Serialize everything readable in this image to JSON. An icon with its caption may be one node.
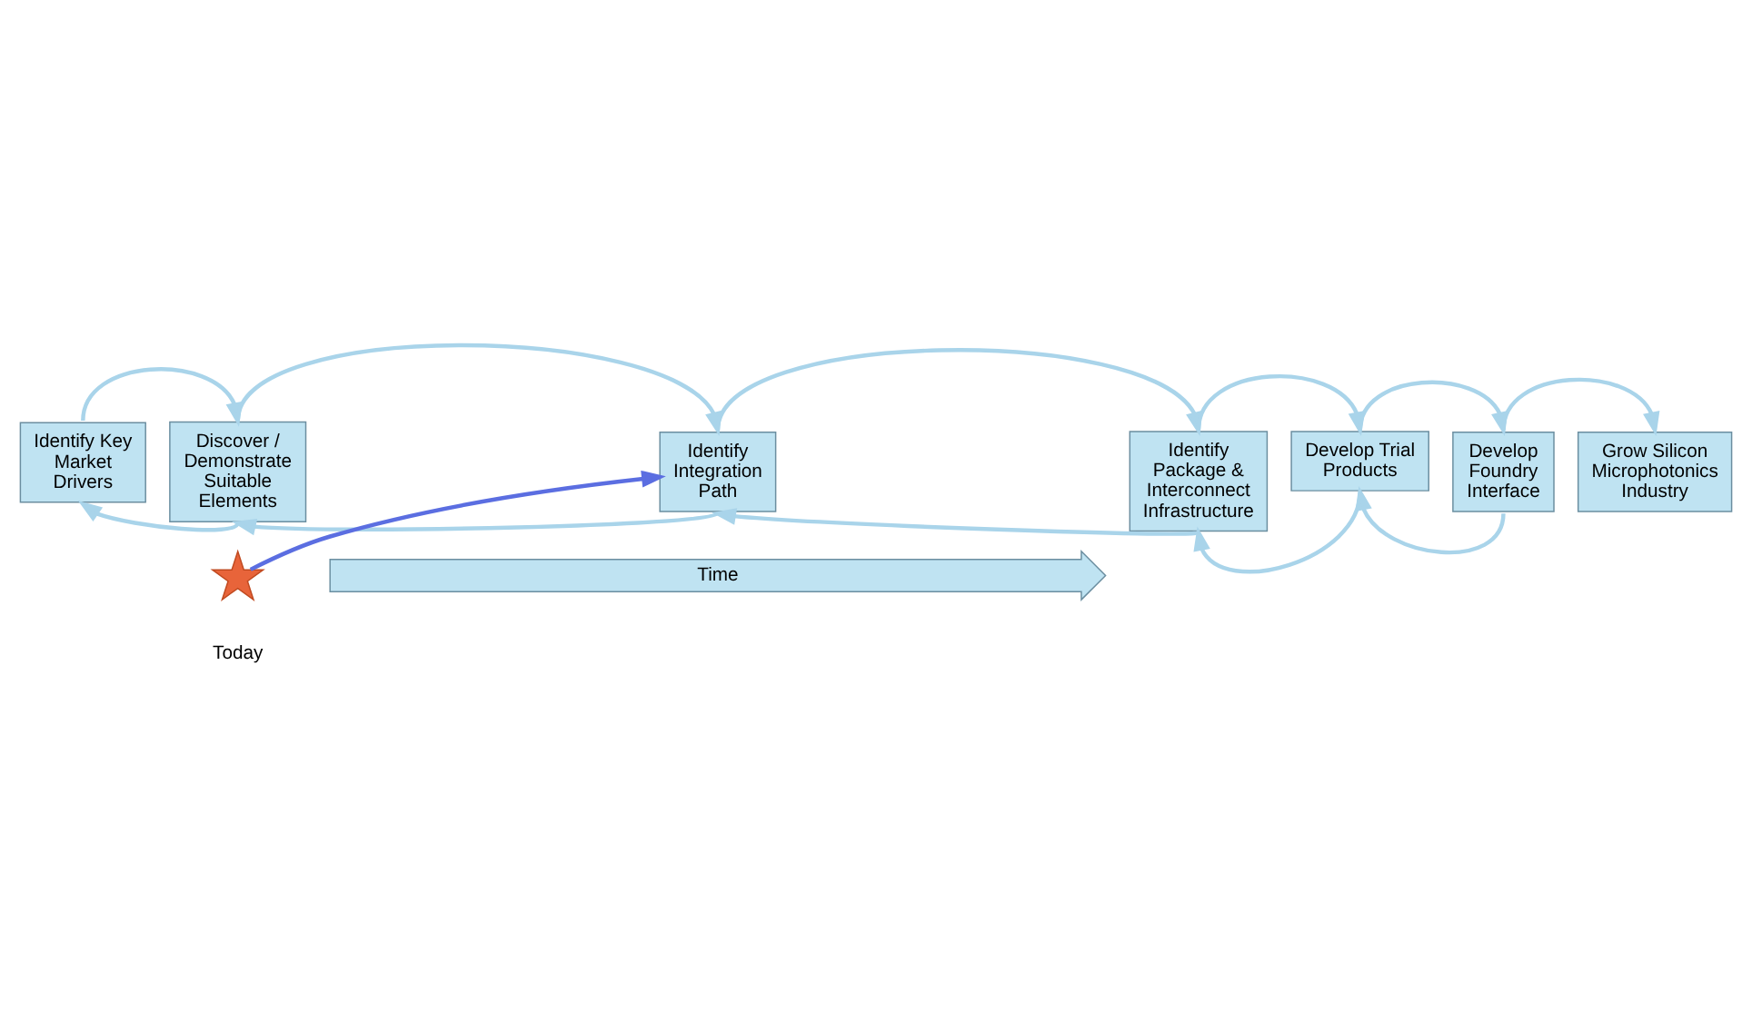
{
  "diagram": {
    "nodes": [
      {
        "text": [
          "Identify Key Market Drivers"
        ]
      },
      {
        "text": [
          "Discover / Demonstrate Suitable Elements"
        ]
      },
      {
        "text": [
          "Identify Integration Path"
        ]
      },
      {
        "text": [
          "Identify Package & Interconnect Infrastructure"
        ]
      },
      {
        "text": [
          "Develop Trial Products"
        ]
      },
      {
        "text": [
          "Develop Foundry Interface"
        ]
      },
      {
        "text": [
          "Grow Silicon Microphotonics Industry"
        ]
      },
      {
        "text": [],
        "shape": "star",
        "beside": [
          "Today"
        ]
      },
      {
        "text": [
          "Time"
        ]
      }
    ],
    "edges": [
      {
        "from": 0,
        "to": 1,
        "arrow": "to"
      },
      {
        "from": 1,
        "to": 2,
        "arrow": "to"
      },
      {
        "from": 2,
        "to": 3,
        "arrow": "to"
      },
      {
        "from": 3,
        "to": 4,
        "arrow": "to"
      },
      {
        "from": 4,
        "to": 5,
        "arrow": "to"
      },
      {
        "from": 5,
        "to": 6,
        "arrow": "to"
      },
      {
        "from": 1,
        "to": 0,
        "arrow": "to"
      },
      {
        "from": 2,
        "to": 1,
        "arrow": "to"
      },
      {
        "from": 3,
        "to": 2,
        "arrow": "to"
      },
      {
        "from": 4,
        "to": 3,
        "arrow": "to"
      },
      {
        "from": 5,
        "to": 4,
        "arrow": "to"
      },
      {
        "from": 7,
        "to": 2,
        "arrow": "to",
        "color": "#5b6ee1"
      }
    ]
  }
}
